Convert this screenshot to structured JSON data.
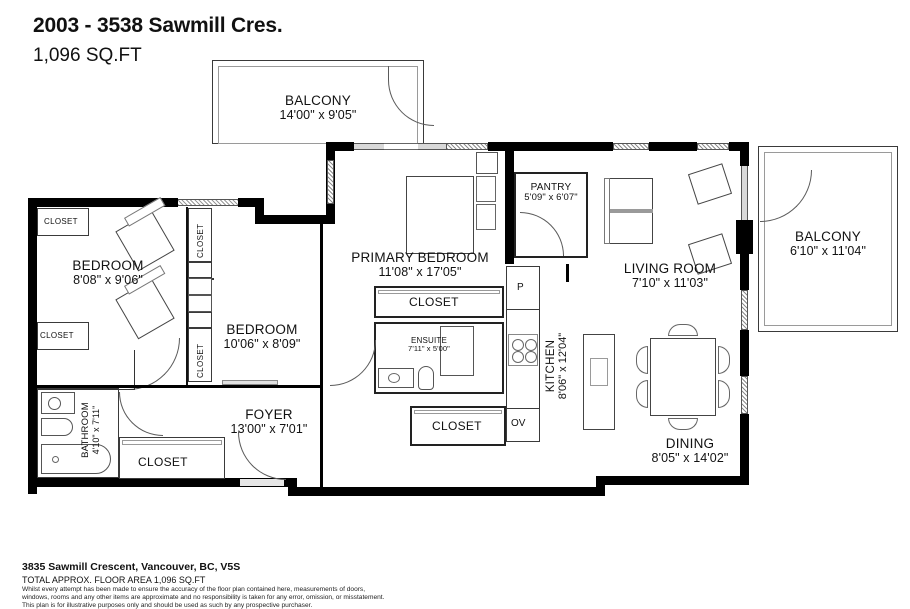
{
  "header": {
    "title": "2003 - 3538 Sawmill Cres.",
    "area": "1,096 SQ.FT"
  },
  "footer": {
    "address": "3835 Sawmill Crescent, Vancouver, BC, V5S",
    "total_area": "TOTAL APPROX. FLOOR AREA  1,096 SQ.FT",
    "disclaimer_line1": "Whilst every attempt has been made to ensure the accuracy of the floor plan contained here, measurements of doors,",
    "disclaimer_line2": "windows, rooms and any other items are approximate and no responsibility is taken for any error, omission, or misstatement.",
    "disclaimer_line3": "This plan is for illustrative purposes only and should be used as such by any prospective purchaser."
  },
  "rooms": {
    "balcony_top": {
      "name": "BALCONY",
      "dim": "14'00\" x 9'05\""
    },
    "balcony_right": {
      "name": "BALCONY",
      "dim": "6'10\" x 11'04\""
    },
    "bedroom_left": {
      "name": "BEDROOM",
      "dim": "8'08\" x 9'06\""
    },
    "bedroom_mid": {
      "name": "BEDROOM",
      "dim": "10'06\" x 8'09\""
    },
    "primary_bedroom": {
      "name": "PRIMARY BEDROOM",
      "dim": "11'08\" x 17'05\""
    },
    "pantry": {
      "name": "PANTRY",
      "dim": "5'09\" x 6'07\""
    },
    "living_room": {
      "name": "LIVING ROOM",
      "dim": "7'10\" x 11'03\""
    },
    "kitchen": {
      "name": "KITCHEN",
      "dim": "8'06\" x 12'04\""
    },
    "dining": {
      "name": "DINING",
      "dim": "8'05\" x 14'02\""
    },
    "foyer": {
      "name": "FOYER",
      "dim": "13'00\" x 7'01\""
    },
    "bathroom": {
      "name": "BATHROOM",
      "dim": "4'10\" x 7'11\""
    },
    "ensuite": {
      "name": "ENSUITE",
      "dim": "7'11\" x 5'00\""
    }
  },
  "closets": {
    "bed_left_top": "CLOSET",
    "bed_left_bottom": "CLOSET",
    "hall_top": "CLOSET",
    "hall_bottom": "CLOSET",
    "foyer": "CLOSET",
    "primary": "CLOSET",
    "kitchen_side": "CLOSET"
  },
  "appliances": {
    "pantry_short": "P",
    "oven": "OV"
  },
  "colors": {
    "wall": "#000000",
    "window": "#d9d9d9",
    "outline": "#3a3a3a",
    "paper": "#ffffff"
  }
}
